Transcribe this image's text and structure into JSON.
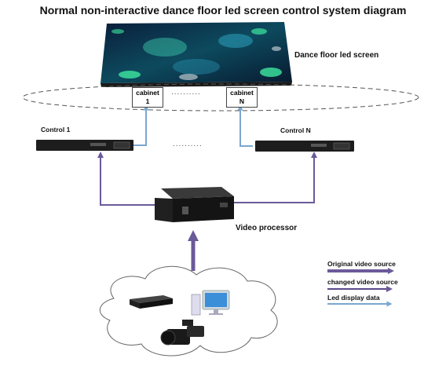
{
  "title": "Normal non-interactive dance floor led screen control system diagram",
  "screen_label": "Dance floor led screen",
  "cabinets": [
    {
      "line1": "cabinet",
      "line2": "1"
    },
    {
      "line1": "cabinet",
      "line2": "N"
    }
  ],
  "controllers": [
    {
      "label": "Control 1"
    },
    {
      "label": "Control N"
    }
  ],
  "processor_label": "Video processor",
  "legend": [
    {
      "label": "Original video source",
      "color": "#6b5a9a"
    },
    {
      "label": "changed video source",
      "color": "#5a4a8a"
    },
    {
      "label": "Led display data",
      "color": "#6aa0c8"
    }
  ],
  "colors": {
    "arrow_purple": "#6b5a9a",
    "arrow_blue": "#7aa7cf"
  }
}
